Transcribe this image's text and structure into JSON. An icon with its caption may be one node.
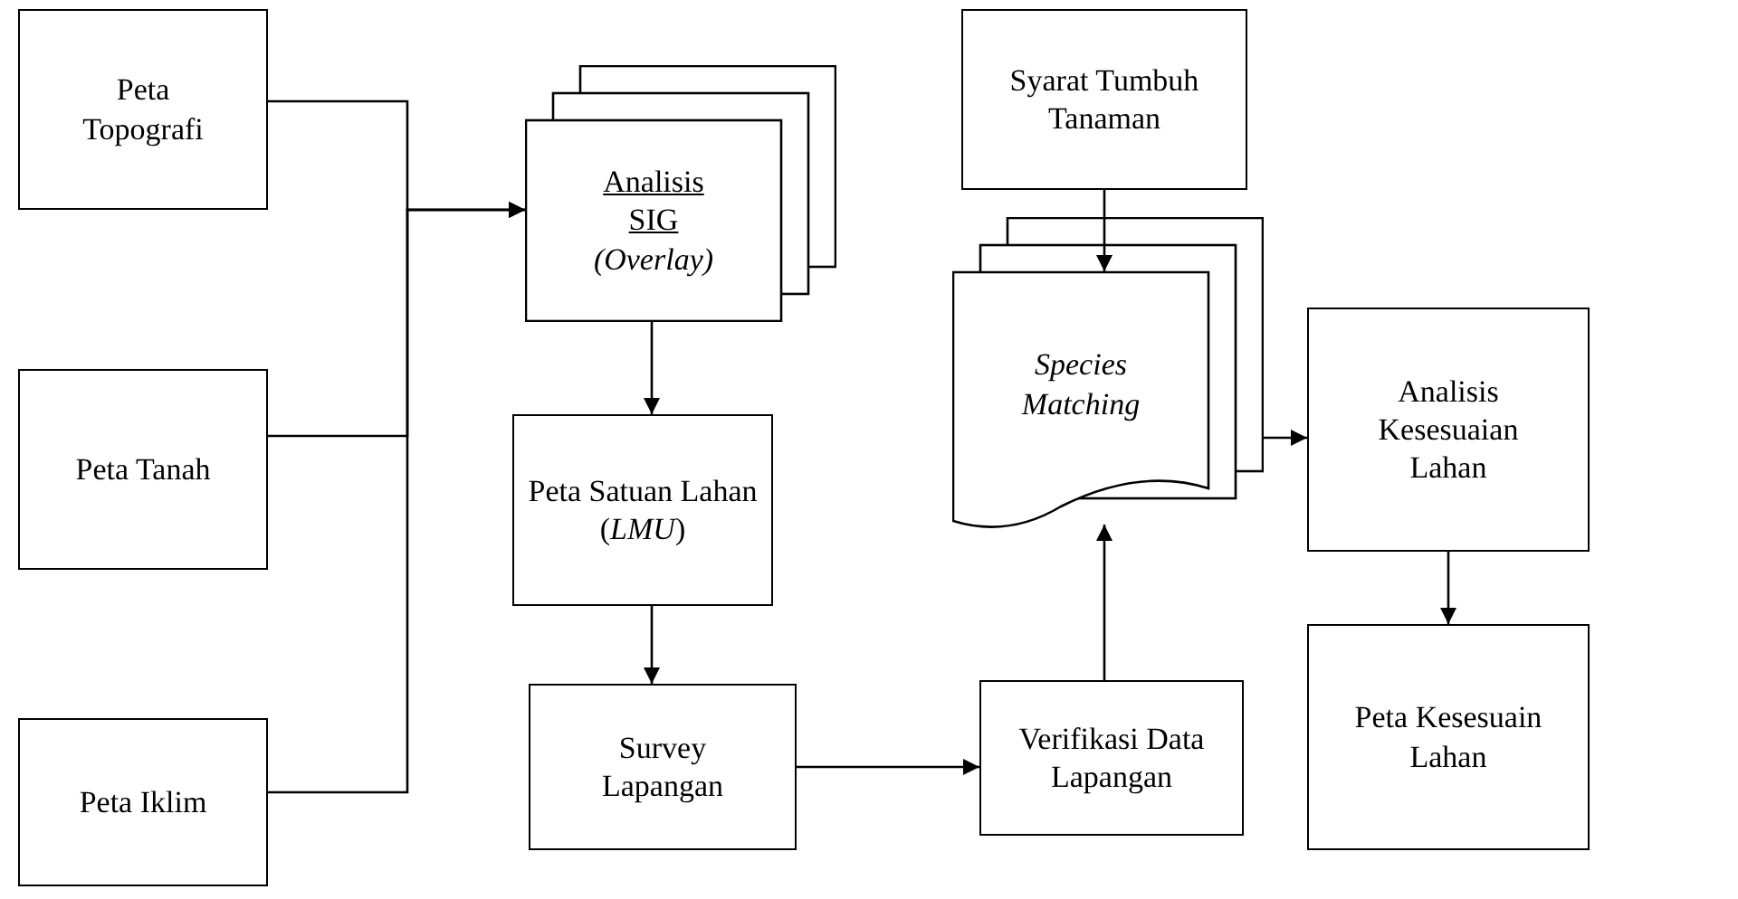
{
  "diagram": {
    "nodes": [
      {
        "text": [
          "Peta Topografi"
        ]
      },
      {
        "text": [
          "Peta Tanah"
        ]
      },
      {
        "text": [
          "Peta Iklim"
        ]
      },
      {
        "text": [
          "Analisis SIG",
          "(Overlay)"
        ]
      },
      {
        "text": [
          "Peta Satuan Lahan (*LMU*)"
        ]
      },
      {
        "text": [
          "Survey Lapangan"
        ]
      },
      {
        "text": [
          "Syarat Tumbuh Tanaman"
        ]
      },
      {
        "text": [
          "Verifikasi Data Lapangan"
        ]
      },
      {
        "text": [
          "Species Matching"
        ]
      },
      {
        "text": [
          "Analisis Kesesuaian Lahan"
        ]
      },
      {
        "text": [
          "Peta Kesesuain Lahan"
        ]
      }
    ],
    "edges": [
      {
        "from": 0,
        "to": 3,
        "arrow": "to"
      },
      {
        "from": 1,
        "to": 3,
        "arrow": "to"
      },
      {
        "from": 2,
        "to": 3,
        "arrow": "to"
      },
      {
        "from": 3,
        "to": 4,
        "arrow": "to"
      },
      {
        "from": 4,
        "to": 5,
        "arrow": "to"
      },
      {
        "from": 5,
        "to": 7,
        "arrow": "to"
      },
      {
        "from": 7,
        "to": 8,
        "arrow": "to"
      },
      {
        "from": 6,
        "to": 8,
        "arrow": "to"
      },
      {
        "from": 8,
        "to": 9,
        "arrow": "to"
      },
      {
        "from": 9,
        "to": 10,
        "arrow": "to"
      }
    ]
  }
}
